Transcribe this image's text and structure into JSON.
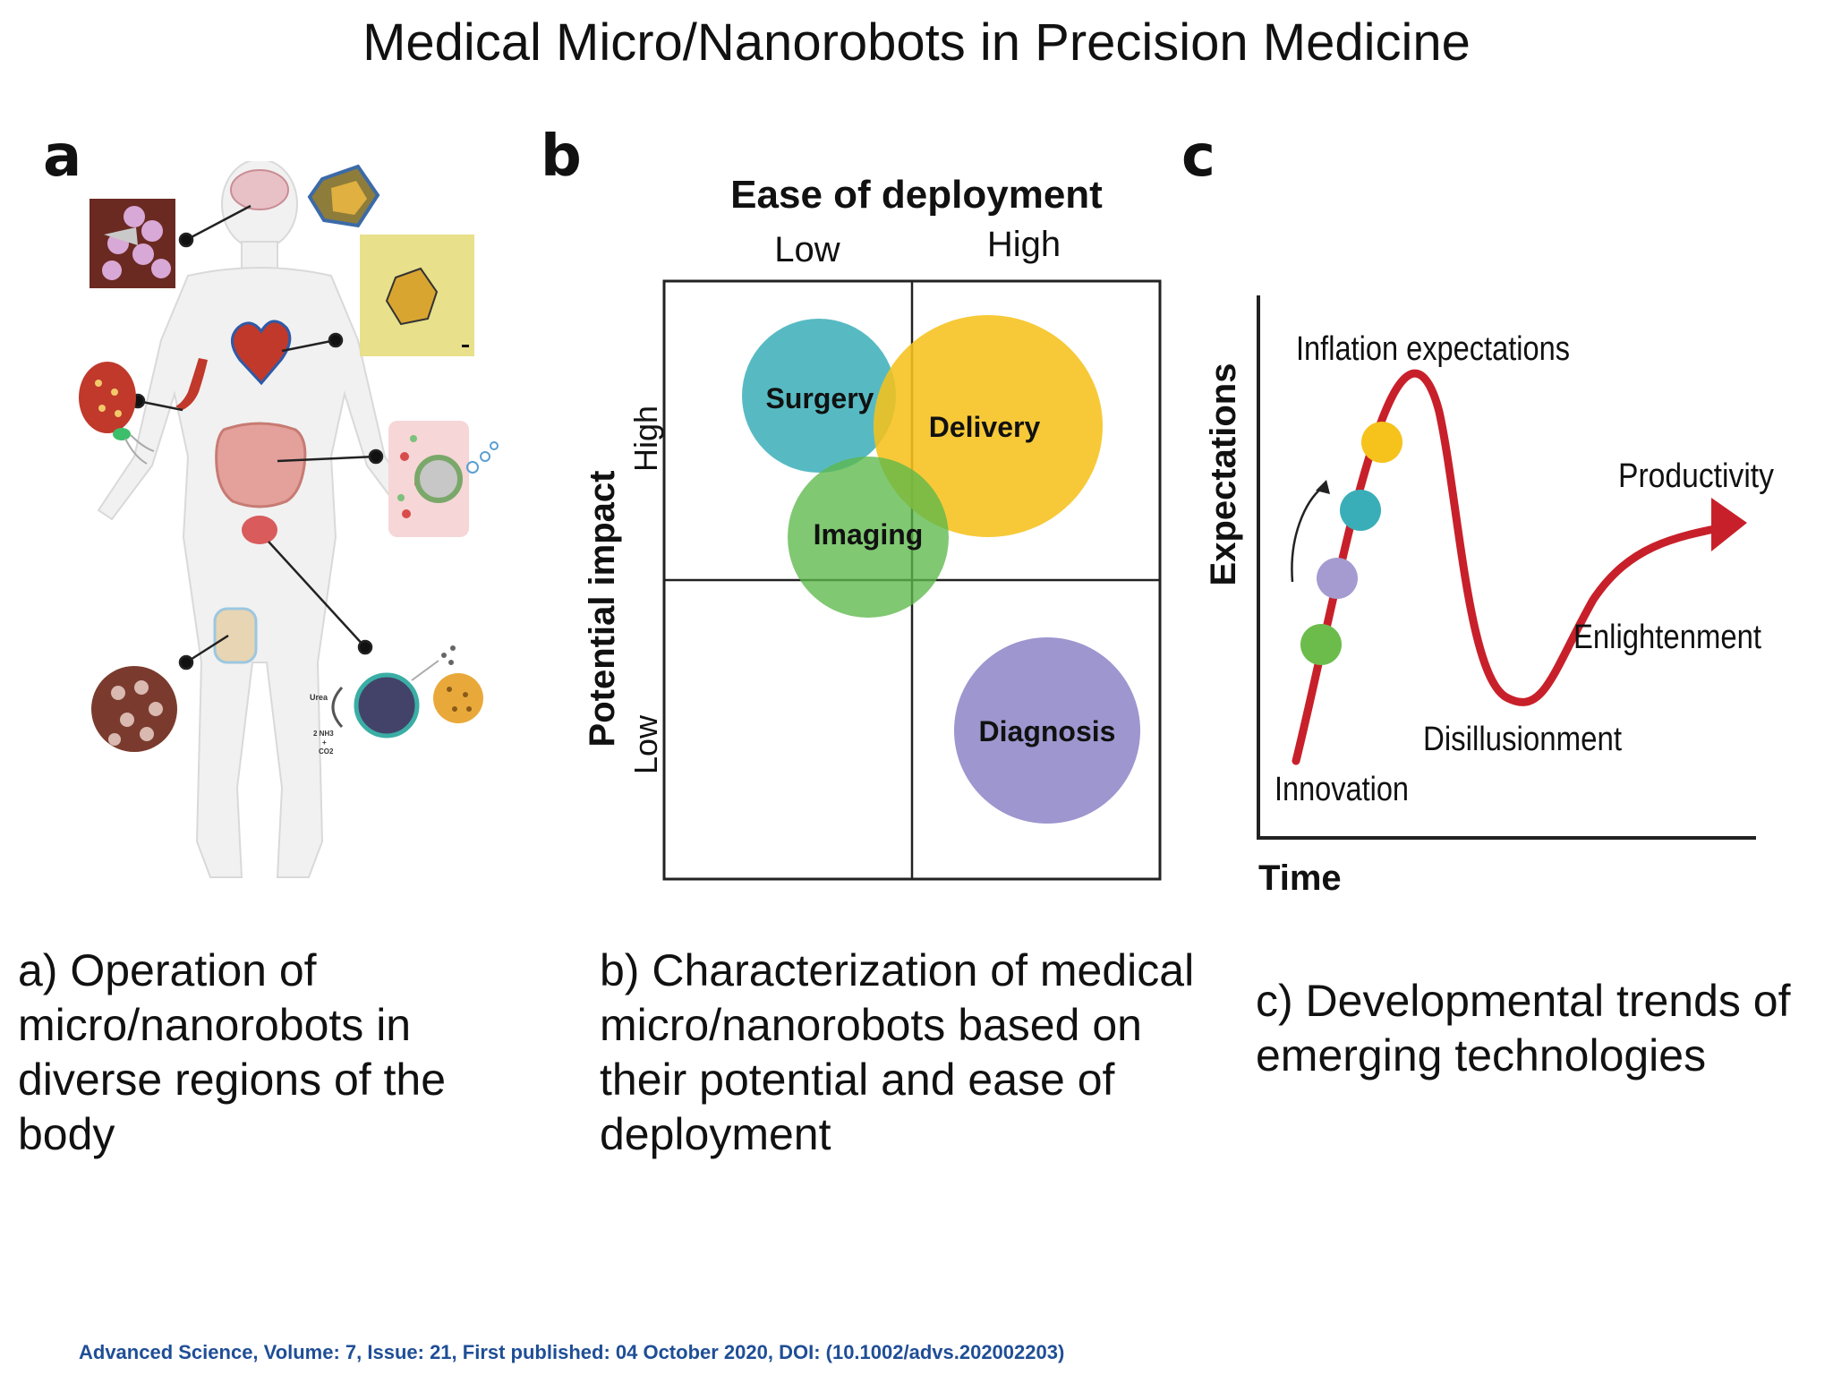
{
  "title": "Medical Micro/Nanorobots in Precision Medicine",
  "panels": {
    "a": {
      "letter": "a",
      "caption": "a) Operation of micro/nanorobots in diverse regions of the body",
      "illustration_labels": [
        "Urea",
        "2 NH3",
        "+",
        "CO2"
      ]
    },
    "b": {
      "letter": "b",
      "caption": "b) Characterization of medical micro/nanorobots based on their potential and ease of deployment",
      "x_axis_title": "Ease of deployment",
      "x_low": "Low",
      "x_high": "High",
      "y_axis_title": "Potential impact",
      "y_high": "High",
      "y_low": "Low",
      "bubbles": [
        {
          "label": "Surgery",
          "color": "#3aaeb8"
        },
        {
          "label": "Delivery",
          "color": "#f6c21c"
        },
        {
          "label": "Imaging",
          "color": "#5cb84a"
        },
        {
          "label": "Diagnosis",
          "color": "#9d96cf"
        }
      ]
    },
    "c": {
      "letter": "c",
      "caption": "c) Developmental trends of emerging technologies",
      "y_axis_title": "Expectations",
      "x_axis_title": "Time",
      "stages": {
        "peak": "Inflation expectations",
        "end": "Productivity",
        "slope": "Enlightenment",
        "trough": "Disillusionment",
        "start": "Innovation"
      },
      "curve_color": "#c8202a",
      "dot_colors": [
        "#6cbc4c",
        "#a59bd0",
        "#3aaeb8",
        "#f6c21c"
      ]
    }
  },
  "citation": "Advanced Science, Volume: 7, Issue: 21, First published: 04 October 2020, DOI: (10.1002/advs.202002203)"
}
